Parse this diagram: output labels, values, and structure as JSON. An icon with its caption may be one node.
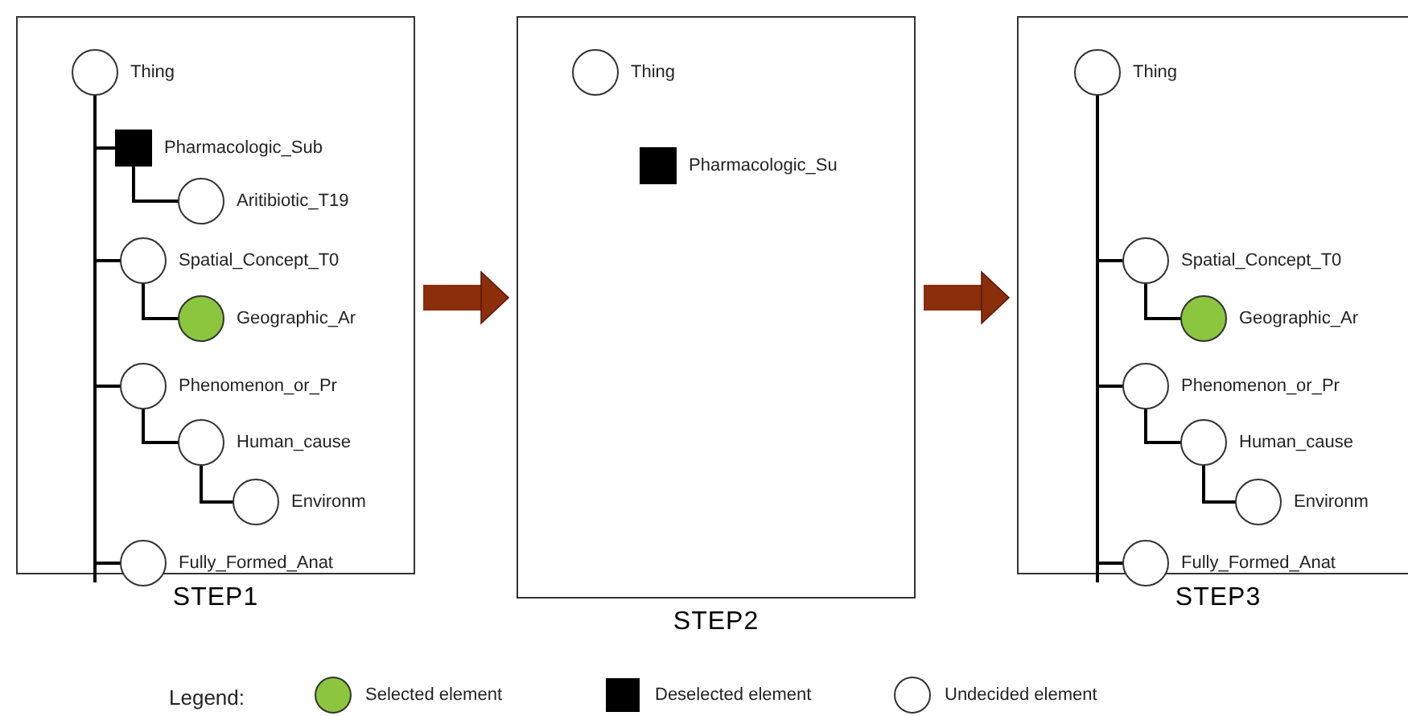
{
  "diagram": {
    "nodes": [
      {
        "text": [
          "STEP1"
        ]
      },
      {
        "text": [],
        "shape": "circle",
        "beside": [
          "Thing"
        ],
        "in": 0
      },
      {
        "text": [],
        "shape": "box",
        "beside": [
          "Pharmacologic_Sub"
        ],
        "in": 0
      },
      {
        "text": [],
        "shape": "circle",
        "beside": [
          "Aritibiotic_T19"
        ],
        "in": 0
      },
      {
        "text": [],
        "shape": "circle",
        "beside": [
          "Spatial_Concept_T0"
        ],
        "in": 0
      },
      {
        "text": [],
        "shape": "circle",
        "beside": [
          "Geographic_Ar"
        ],
        "in": 0
      },
      {
        "text": [],
        "shape": "circle",
        "beside": [
          "Phenomenon_or_Pr"
        ],
        "in": 0
      },
      {
        "text": [],
        "shape": "circle",
        "beside": [
          "Human_cause"
        ],
        "in": 0
      },
      {
        "text": [],
        "shape": "circle",
        "beside": [
          "Environm"
        ],
        "in": 0
      },
      {
        "text": [],
        "shape": "circle",
        "beside": [
          "Fully_Formed_Anat"
        ],
        "in": 0
      },
      {
        "text": [
          "STEP2"
        ]
      },
      {
        "text": [],
        "shape": "circle",
        "beside": [
          "Thing"
        ],
        "in": 10
      },
      {
        "text": [],
        "shape": "box",
        "beside": [
          "Pharmacologic_Su"
        ],
        "in": 10
      },
      {
        "text": [
          "STEP3"
        ]
      },
      {
        "text": [],
        "shape": "circle",
        "beside": [
          "Thing"
        ],
        "in": 13
      },
      {
        "text": [],
        "shape": "circle",
        "beside": [
          "Spatial_Concept_T0"
        ],
        "in": 13
      },
      {
        "text": [],
        "shape": "circle",
        "beside": [
          "Geographic_Ar"
        ],
        "in": 13
      },
      {
        "text": [],
        "shape": "circle",
        "beside": [
          "Phenomenon_or_Pr"
        ],
        "in": 13
      },
      {
        "text": [],
        "shape": "circle",
        "beside": [
          "Human_cause"
        ],
        "in": 13
      },
      {
        "text": [],
        "shape": "circle",
        "beside": [
          "Environm"
        ],
        "in": 13
      },
      {
        "text": [],
        "shape": "circle",
        "beside": [
          "Fully_Formed_Anat"
        ],
        "in": 13
      }
    ],
    "edges": [
      {
        "from": 1,
        "to": 2,
        "arrow": "none"
      },
      {
        "from": 2,
        "to": 3,
        "arrow": "none"
      },
      {
        "from": 1,
        "to": 4,
        "arrow": "none"
      },
      {
        "from": 4,
        "to": 5,
        "arrow": "none"
      },
      {
        "from": 1,
        "to": 6,
        "arrow": "none"
      },
      {
        "from": 6,
        "to": 7,
        "arrow": "none"
      },
      {
        "from": 7,
        "to": 8,
        "arrow": "none"
      },
      {
        "from": 1,
        "to": 9,
        "arrow": "none"
      },
      {
        "from": 14,
        "to": 15,
        "arrow": "none"
      },
      {
        "from": 15,
        "to": 16,
        "arrow": "none"
      },
      {
        "from": 14,
        "to": 17,
        "arrow": "none"
      },
      {
        "from": 17,
        "to": 18,
        "arrow": "none"
      },
      {
        "from": 18,
        "to": 19,
        "arrow": "none"
      },
      {
        "from": 14,
        "to": 20,
        "arrow": "none"
      },
      {
        "from": 0,
        "to": 10,
        "arrow": "to",
        "style": "thick",
        "color": "#8b2e0c"
      },
      {
        "from": 10,
        "to": 13,
        "arrow": "to",
        "style": "thick",
        "color": "#8b2e0c"
      }
    ],
    "labels": [
      "Legend:"
    ],
    "legend": [
      {
        "text": "Selected element",
        "color": "#8cc63f"
      },
      {
        "text": "Deselected element",
        "color": "#000000"
      },
      {
        "text": "Undecided element"
      }
    ]
  }
}
